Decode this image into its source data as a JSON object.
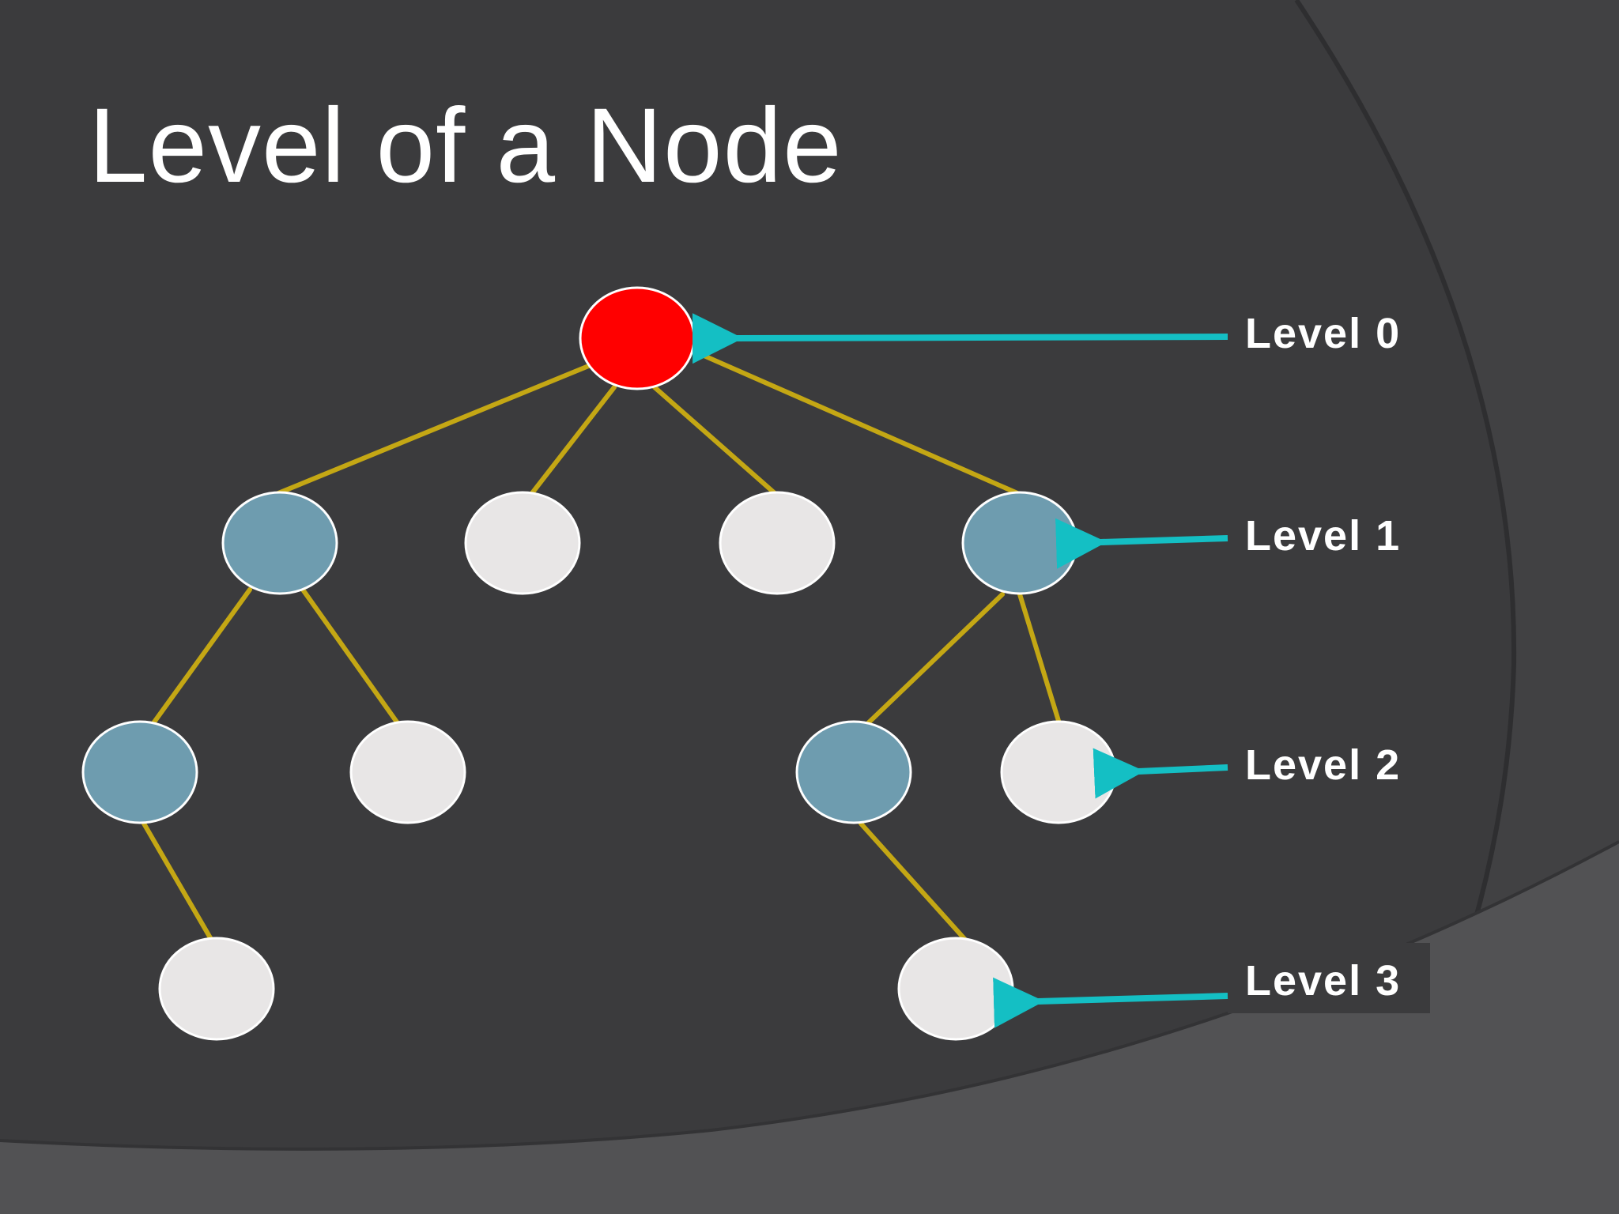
{
  "title": "Level of a Node",
  "levels": [
    {
      "label": "Level 0"
    },
    {
      "label": "Level 1"
    },
    {
      "label": "Level 2"
    },
    {
      "label": "Level 3"
    }
  ],
  "colors": {
    "background": "#3b3b3d",
    "edge": "#c4a714",
    "arrow": "#14bfc4",
    "root_node": "#ff0000",
    "internal_node": "#6e9caf",
    "leaf_node": "#e8e6e6",
    "node_outline": "#ffffff"
  }
}
